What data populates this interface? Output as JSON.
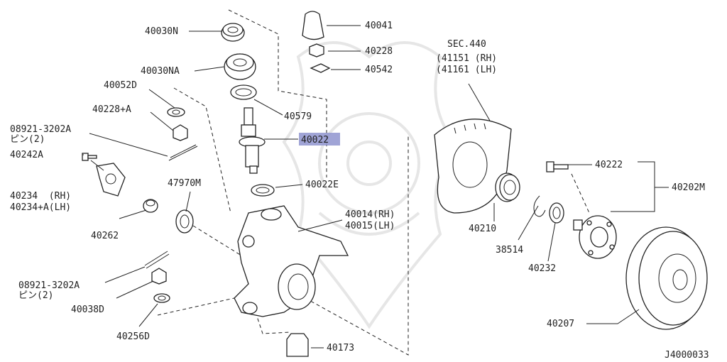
{
  "labels": {
    "p40030N": "40030N",
    "p40030NA": "40030NA",
    "p40052D": "40052D",
    "p40228A": "40228+A",
    "p08921_top": "08921-3202A",
    "pin_top": "ピン(2)",
    "p40242A": "40242A",
    "p40234_rh": "40234  (RH)",
    "p40234A_lh": "40234+A(LH)",
    "p40262": "40262",
    "p47970M": "47970M",
    "p08921_bot": "08921-3202A",
    "pin_bot": "ピン(2)",
    "p40038D": "40038D",
    "p40256D": "40256D",
    "p40041": "40041",
    "p40228": "40228",
    "p40542": "40542",
    "p40579": "40579",
    "p40022": "40022",
    "p40022E": "40022E",
    "p40014": "40014(RH)",
    "p40015": "40015(LH)",
    "p40173": "40173",
    "sec440": "SEC.440",
    "p41151": "(41151 (RH)",
    "p41161": "(41161 (LH)",
    "p40210": "40210",
    "p38514": "38514",
    "p40232": "40232",
    "p40222": "40222",
    "p40202M": "40202M",
    "p40207": "40207",
    "diagram_code": "J4000033"
  },
  "colors": {
    "highlight": "#8f94cf",
    "line": "#222222",
    "watermark": "#e6e6e6"
  }
}
